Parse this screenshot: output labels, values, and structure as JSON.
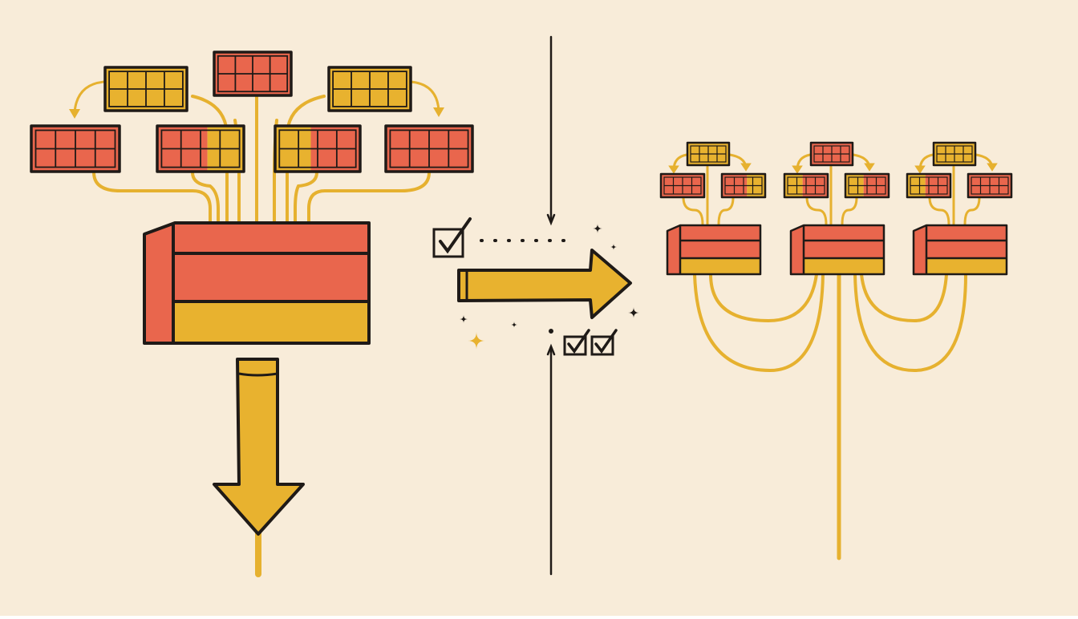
{
  "title": "",
  "colors": {
    "background": "#f8ecd9",
    "red": "#e9664d",
    "yellow": "#e8b22f",
    "line_yellow": "#e6b12f",
    "ink": "#1f1a17"
  },
  "left_panel": {
    "description_icons": [
      "red-shard-icon",
      "yellow-shard-icon"
    ],
    "shards_top_row": [
      {
        "color": "yellow",
        "cols": 4
      },
      {
        "color": "red",
        "cols": 4
      },
      {
        "color": "yellow",
        "cols": 4
      }
    ],
    "shards_second_row": [
      {
        "color": "red",
        "cols": 4
      },
      {
        "color": "red-yellow",
        "cols": 4
      },
      {
        "color": "yellow-red",
        "cols": 4
      },
      {
        "color": "red",
        "cols": 4
      }
    ],
    "database_layers": [
      "red",
      "red",
      "yellow"
    ],
    "output_arrow_direction": "down"
  },
  "middle": {
    "arrow_direction": "right",
    "checkbox_icons": [
      "checkbox-icon",
      "checkbox-icon",
      "checkbox-icon"
    ],
    "sparkle_icons": [
      "sparkle-icon",
      "sparkle-icon",
      "sparkle-icon",
      "sparkle-icon",
      "sparkle-icon"
    ]
  },
  "right_panel": {
    "clusters": [
      {
        "top": "yellow",
        "left": "red",
        "right": "red-yellow"
      },
      {
        "top": "red",
        "left": "yellow-red",
        "right": "yellow-red"
      },
      {
        "top": "yellow",
        "left": "yellow-red",
        "right": "red"
      }
    ],
    "database_layers": [
      "red",
      "red",
      "yellow"
    ]
  }
}
